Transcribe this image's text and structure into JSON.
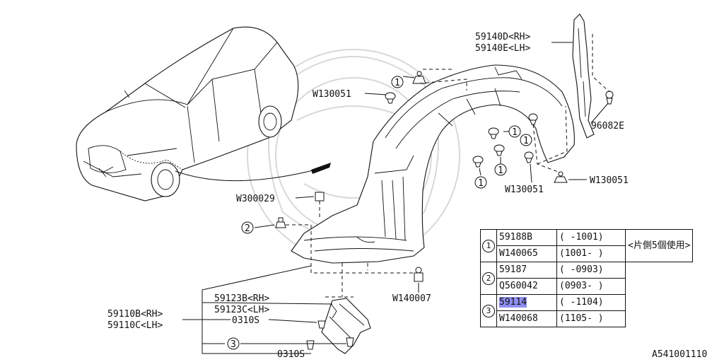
{
  "labels": {
    "pn_59140d_rh": "59140D<RH>",
    "pn_59140e_lh": "59140E<LH>",
    "pn_w130051_top": "W130051",
    "pn_96082e": "96082E",
    "pn_w130051_right": "W130051",
    "pn_w130051_bottom": "W130051",
    "pn_w300029": "W300029",
    "pn_w140007": "W140007",
    "pn_59123b_rh": "59123B<RH>",
    "pn_59123c_lh": "59123C<LH>",
    "pn_59110b_rh": "59110B<RH>",
    "pn_59110c_lh": "59110C<LH>",
    "pn_0310s_a": "0310S",
    "pn_0310s_b": "0310S"
  },
  "callouts": {
    "one": "1",
    "two": "2",
    "three": "3"
  },
  "table": {
    "groups": [
      {
        "num": "1",
        "note": "<片側5個使用>",
        "rows": [
          {
            "part": "59188B",
            "range": "(   -1001)"
          },
          {
            "part": "W140065",
            "range": "(1001-    )"
          }
        ]
      },
      {
        "num": "2",
        "rows": [
          {
            "part": "59187",
            "range": "(   -0903)"
          },
          {
            "part": "Q560042",
            "range": "(0903-    )"
          }
        ]
      },
      {
        "num": "3",
        "rows": [
          {
            "part": "59114",
            "range": "(   -1104)",
            "highlight": true
          },
          {
            "part": "W140068",
            "range": "(1105-    )"
          }
        ]
      }
    ]
  },
  "ref_code": "A541001110",
  "colors": {
    "highlight": "#8e8ef0",
    "line": "#111111",
    "watermark": "#d8d8d8"
  }
}
